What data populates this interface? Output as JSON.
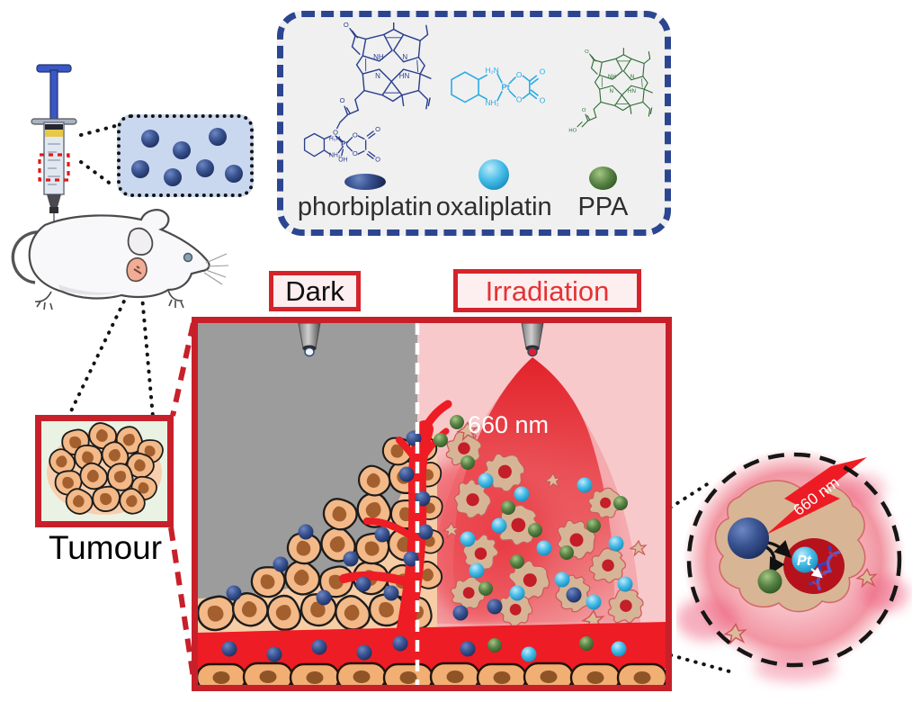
{
  "chemistry": {
    "compounds": [
      {
        "label": "phorbiplatin",
        "color": "#2b3f8c",
        "sphere_color": "#2e4a86"
      },
      {
        "label": "oxaliplatin",
        "color": "#29abe2",
        "sphere_color": "#35b5e5"
      },
      {
        "label": "PPA",
        "color": "#2e6b33",
        "sphere_color": "#4e7f3c"
      }
    ],
    "atoms": {
      "nh": "NH",
      "n": "N",
      "hn": "HN",
      "h2n": "H₂N",
      "nh2": "NH₂",
      "o": "O",
      "ho": "HO",
      "oh": "OH",
      "pt": "Pt"
    }
  },
  "injection": {
    "tumour_label": "Tumour"
  },
  "conditions": {
    "dark_label": "Dark",
    "irradiation_label": "Irradiation",
    "wavelength_label": "660 nm"
  },
  "inset": {
    "wavelength_label": "660 nm",
    "pt_label": "Pt"
  },
  "colors": {
    "accent_red": "#c8202a",
    "bright_red": "#ed1c24",
    "label_red": "#e63232",
    "panel_gray": "#9c9c9c",
    "panel_pink": "#f7c9cb",
    "navy_structure": "#2b3f8c",
    "cyan_structure": "#29abe2",
    "green_structure": "#2e6b33",
    "cell_fill": "#f3b988",
    "cell_nucleus": "#a3602e",
    "dying_cell_fill": "#d6b597",
    "dying_nucleus": "#c41e28",
    "solution_bg": "#c9d8ef",
    "chem_panel_bg": "#f0f0f1",
    "tumour_bg": "#eaf3e3",
    "dashed_box_border": "#2b4590"
  }
}
